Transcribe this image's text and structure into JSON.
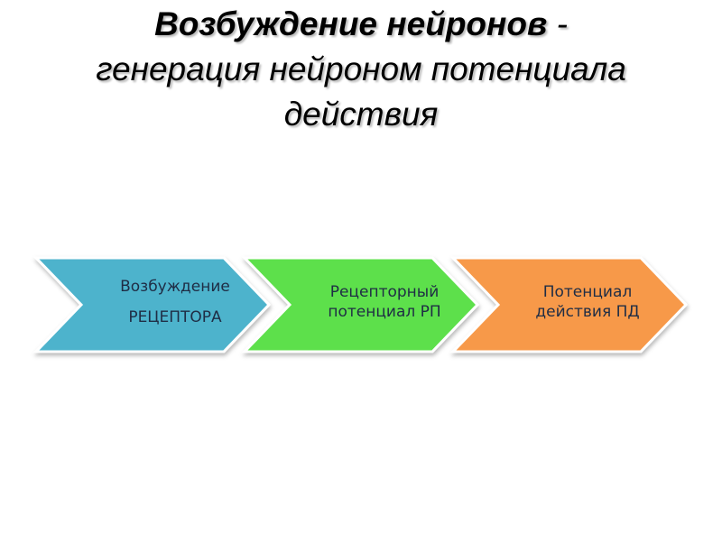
{
  "title": {
    "bold": "Возбуждение нейронов",
    "rest_first_line": " -",
    "line2": "генерация нейроном потенциала",
    "line3": "действия"
  },
  "diagram": {
    "steps": [
      {
        "line1": "Возбуждение",
        "line2": "РЕЦЕПТОРА",
        "color": "#4db3cc"
      },
      {
        "line1": "Рецепторный",
        "line2": "потенциал РП",
        "color": "#5de04b"
      },
      {
        "line1": "Потенциал",
        "line2": "действия ПД",
        "color": "#f7994a"
      }
    ]
  }
}
